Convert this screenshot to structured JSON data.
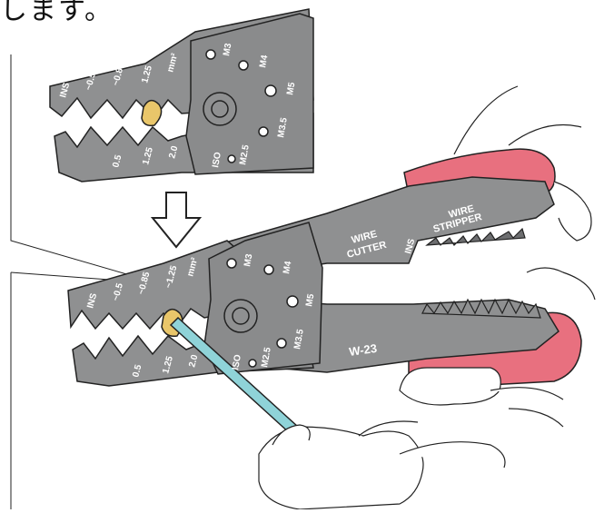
{
  "caption": "します。",
  "colors": {
    "tool_gray": "#8f9091",
    "tool_dark": "#6d6e70",
    "grip_pink": "#e8707f",
    "grip_dark": "#d65063",
    "terminal_gold": "#e9c66a",
    "wire_blue": "#8fd3d8",
    "outline": "#222222"
  },
  "top_tool": {
    "jaw_labels": [
      "INS",
      "~0.5",
      "~0.85",
      "1.25",
      "mm²"
    ],
    "lower_labels": [
      "0.5",
      "1.25",
      "2.0"
    ],
    "bolt_labels": [
      "M3",
      "M4",
      "M5",
      "M3.5",
      "ISO",
      "M2.5"
    ]
  },
  "arrow_icon": "down-arrow-icon",
  "bottom_tool": {
    "jaw_labels": [
      "INS",
      "~0.5",
      "~0.85",
      "~1.25",
      "mm²"
    ],
    "lower_labels": [
      "0.5",
      "1.25",
      "2.0"
    ],
    "bolt_labels": [
      "M3",
      "M4",
      "M5",
      "M3.5",
      "ISO",
      "M2.5"
    ],
    "cutter_label_1": "WIRE",
    "cutter_label_2": "CUTTER",
    "ins_label": "INS",
    "stripper_label_1": "WIRE",
    "stripper_label_2": "STRIPPER",
    "model": "W-23"
  }
}
